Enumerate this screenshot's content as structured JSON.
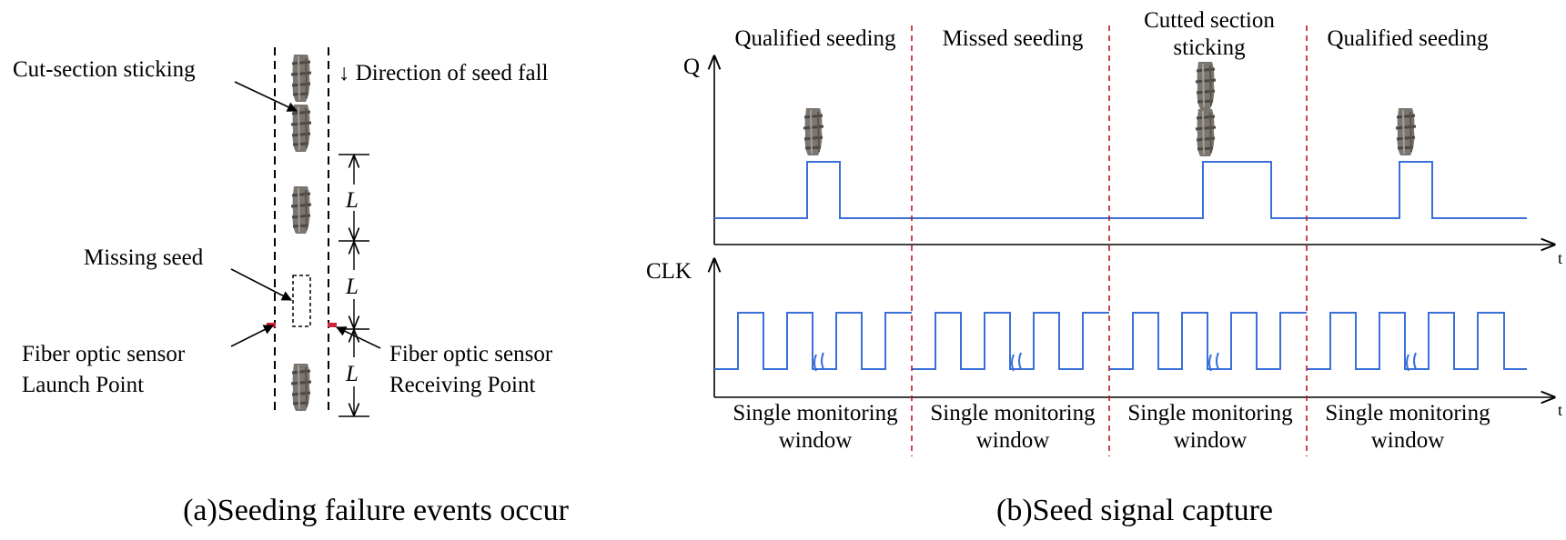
{
  "panel_a": {
    "labels": {
      "cut_section_sticking": "Cut-section sticking",
      "direction_of_seed_fall": "↓ Direction of seed fall",
      "missing_seed": "Missing seed",
      "sensor_launch_line1": "Fiber optic sensor",
      "sensor_launch_line2": "Launch Point",
      "sensor_receive_line1": "Fiber optic sensor",
      "sensor_receive_line2": "Receiving Point",
      "spacing_symbol": "L"
    },
    "caption": "(a)Seeding failure events occur"
  },
  "panel_b": {
    "segments": [
      {
        "title_lines": [
          "Qualified seeding"
        ],
        "window_lines": [
          "Single monitoring",
          "window"
        ],
        "has_seed_pulse": true,
        "stacked_seeds": false
      },
      {
        "title_lines": [
          "Missed seeding"
        ],
        "window_lines": [
          "Single monitoring",
          "window"
        ],
        "has_seed_pulse": false,
        "stacked_seeds": false
      },
      {
        "title_lines": [
          "Cutted section",
          "sticking"
        ],
        "window_lines": [
          "Single monitoring",
          "window"
        ],
        "has_seed_pulse": true,
        "stacked_seeds": true
      },
      {
        "title_lines": [
          "Qualified seeding"
        ],
        "window_lines": [
          "Single monitoring",
          "window"
        ],
        "has_seed_pulse": true,
        "stacked_seeds": false
      }
    ],
    "axes": {
      "q_label": "Q",
      "clk_label": "CLK",
      "time_label": "t"
    },
    "caption": "(b)Seed signal capture"
  },
  "colors": {
    "signal": "#3a6fd8",
    "divider": "#c0181e",
    "sensor": "#d0203a",
    "seed_body": "#7b7570",
    "seed_dark": "#4d4743",
    "axis": "#000000"
  }
}
